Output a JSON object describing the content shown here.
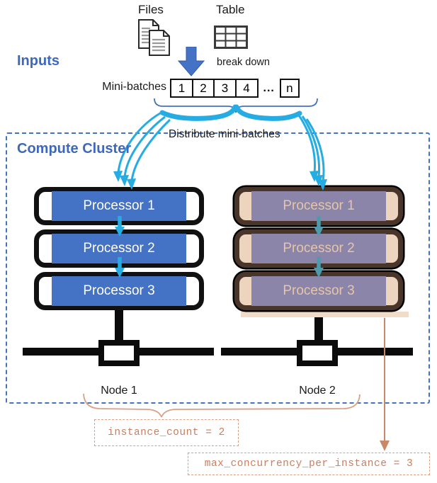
{
  "inputs": {
    "section_label": "Inputs",
    "files_label": "Files",
    "table_label": "Table",
    "break_down_label": "break down",
    "mini_batches_label": "Mini-batches",
    "batch_cells": [
      "1",
      "2",
      "3",
      "4"
    ],
    "batch_ellipsis": "...",
    "batch_last": "n"
  },
  "cluster": {
    "section_label": "Compute Cluster",
    "distribute_label": "Distribute mini-batches",
    "nodes": [
      {
        "label": "Node 1",
        "processors": [
          "Processor 1",
          "Processor 2",
          "Processor 3"
        ]
      },
      {
        "label": "Node 2",
        "processors": [
          "Processor 1",
          "Processor 2",
          "Processor 3"
        ]
      }
    ]
  },
  "annotations": {
    "instance_count": "instance_count = 2",
    "max_concurrency": "max_concurrency_per_instance = 3"
  },
  "colors": {
    "accent_blue": "#4472C4",
    "label_blue": "#3E68BE",
    "cyan_arrow": "#25ACE3",
    "muted_teal_arrow": "#4E9BAD",
    "tan_brace": "#D9A084",
    "salmon_text": "#C97E60",
    "tan_arrow": "#C9886A",
    "node2_border": "#4A352A",
    "node2_fill": "#EDD4BE",
    "node2_processor": "#8B85A9",
    "node2_processor_text": "#E5C5AC"
  }
}
